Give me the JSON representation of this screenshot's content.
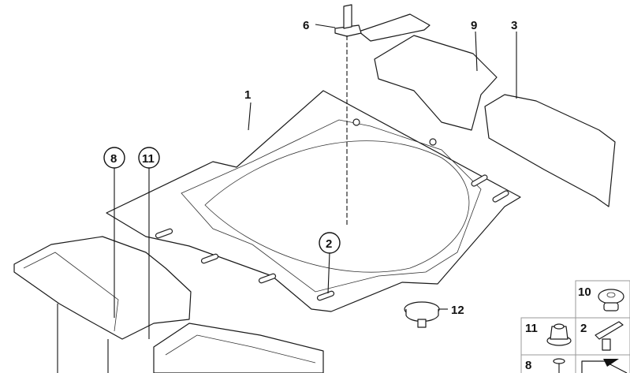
{
  "diagram": {
    "callouts": [
      {
        "id": "callout-6",
        "text": "6",
        "style": "plain"
      },
      {
        "id": "callout-9",
        "text": "9",
        "style": "plain"
      },
      {
        "id": "callout-3",
        "text": "3",
        "style": "plain"
      },
      {
        "id": "callout-1",
        "text": "1",
        "style": "plain"
      },
      {
        "id": "callout-8",
        "text": "8",
        "style": "circled"
      },
      {
        "id": "callout-11",
        "text": "11",
        "style": "circled"
      },
      {
        "id": "callout-2",
        "text": "2",
        "style": "circled"
      },
      {
        "id": "callout-12",
        "text": "12",
        "style": "plain"
      }
    ],
    "legend_grid": [
      {
        "text": "10",
        "part": "grommet"
      },
      {
        "text": "11",
        "part": "nut"
      },
      {
        "text": "2",
        "part": "clip"
      },
      {
        "text": "8",
        "part": "rivet"
      }
    ]
  }
}
